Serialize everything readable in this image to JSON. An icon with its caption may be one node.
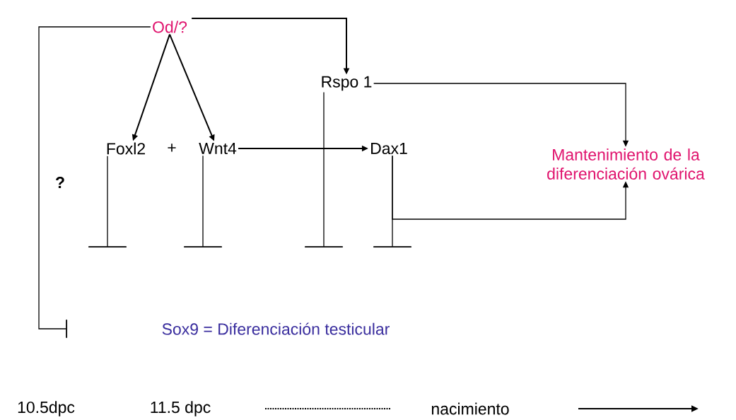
{
  "diagram": {
    "nodes": [
      {
        "text": [
          "Od/?"
        ]
      },
      {
        "text": [
          "Foxl2"
        ]
      },
      {
        "text": [
          "Wnt4"
        ]
      },
      {
        "text": [
          "Rspo 1"
        ]
      },
      {
        "text": [
          "Dax1"
        ]
      },
      {
        "text": [
          "Mantenimiento de la diferenciación ovárica"
        ]
      },
      {
        "text": [
          "Sox9 = Diferenciación testicular"
        ]
      }
    ],
    "edges": [
      {
        "from": 0,
        "to": 1,
        "arrow": "to"
      },
      {
        "from": 0,
        "to": 2,
        "arrow": "to"
      },
      {
        "from": 0,
        "to": 3,
        "arrow": "to"
      },
      {
        "from": 2,
        "to": 4,
        "arrow": "to"
      },
      {
        "from": 3,
        "to": 5,
        "arrow": "to"
      },
      {
        "from": 4,
        "to": 5,
        "arrow": "to"
      },
      {
        "from": 1,
        "to": null,
        "arrow": "other"
      },
      {
        "from": 2,
        "to": null,
        "arrow": "other"
      },
      {
        "from": 3,
        "to": null,
        "arrow": "other"
      },
      {
        "from": 4,
        "to": null,
        "arrow": "other"
      },
      {
        "from": 0,
        "to": null,
        "arrow": "other",
        "label": "?"
      }
    ],
    "labels": [
      "+",
      "10.5dpc",
      "11.5 dpc",
      "nacimiento"
    ]
  }
}
